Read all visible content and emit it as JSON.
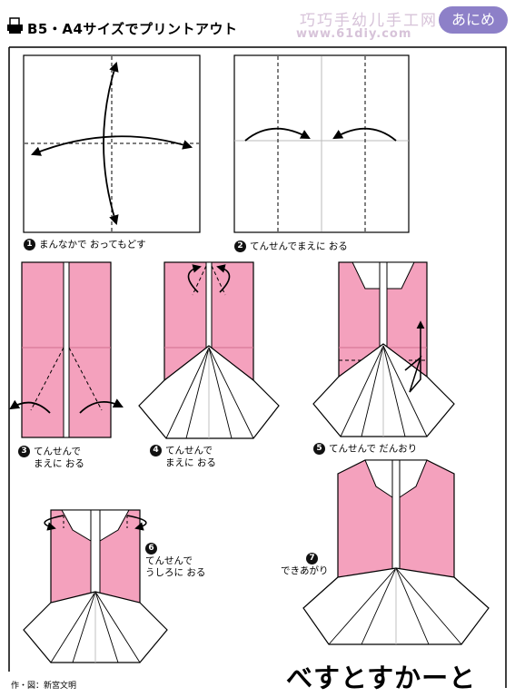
{
  "header": {
    "title": "B5・A4サイズでプリントアウト",
    "badge": "あにめ",
    "watermark_cn": "巧巧手幼儿手工网",
    "watermark_url": "www.61diy.com"
  },
  "steps": [
    {
      "num": "1",
      "text": "まんなかで おってもどす"
    },
    {
      "num": "2",
      "text": "てんせんでまえに おる"
    },
    {
      "num": "3",
      "line1": "てんせんで",
      "line2": "まえに おる"
    },
    {
      "num": "4",
      "line1": "てんせんで",
      "line2": "まえに おる"
    },
    {
      "num": "5",
      "text": "てんせんで だんおり"
    },
    {
      "num": "6",
      "line1": "てんせんで",
      "line2": "うしろに おる"
    },
    {
      "num": "7",
      "text": "できあがり"
    }
  ],
  "footer": {
    "title": "べすとすかーと",
    "author": "作・図：新宮文明"
  },
  "colors": {
    "paper_pink": "#f4a1bd",
    "badge": "#8d80c8",
    "watermark": "#d7c3d9"
  }
}
